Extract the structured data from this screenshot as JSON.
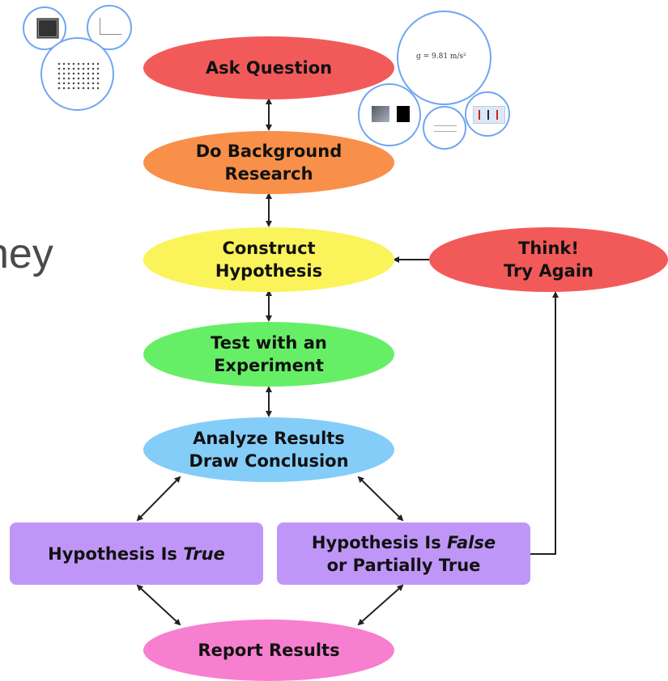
{
  "diagram": {
    "nodes": {
      "ask_question": "Ask Question",
      "background_research": "Do Background\nResearch",
      "construct_hypothesis": "Construct\nHypothesis",
      "think_try_again": "Think!\nTry Again",
      "test_experiment": "Test with an\nExperiment",
      "analyze_results": "Analyze Results\nDraw Conclusion",
      "hypothesis_true": {
        "prefix": "Hypothesis Is ",
        "emphasis": "True"
      },
      "hypothesis_false": {
        "prefix": "Hypothesis Is ",
        "emphasis": "False",
        "line2": "or Partially True"
      },
      "report_results": "Report Results"
    },
    "colors": {
      "ask_question": "#f25a5a",
      "background_research": "#f8904a",
      "construct_hypothesis": "#fbf35a",
      "think_try_again": "#f25a5a",
      "test_experiment": "#66ef66",
      "analyze_results": "#84cdf8",
      "hypothesis_true": "#bf96f8",
      "hypothesis_false": "#bf96f8",
      "report_results": "#f77fcf",
      "arrow": "#222222"
    }
  },
  "background": {
    "partial_word": "ney"
  },
  "thumbnails": {
    "bubble_large_formula": "g = 9.81 m/s²",
    "icons": [
      "image-thumbnail-icon",
      "chart-thumbnail-icon"
    ]
  }
}
